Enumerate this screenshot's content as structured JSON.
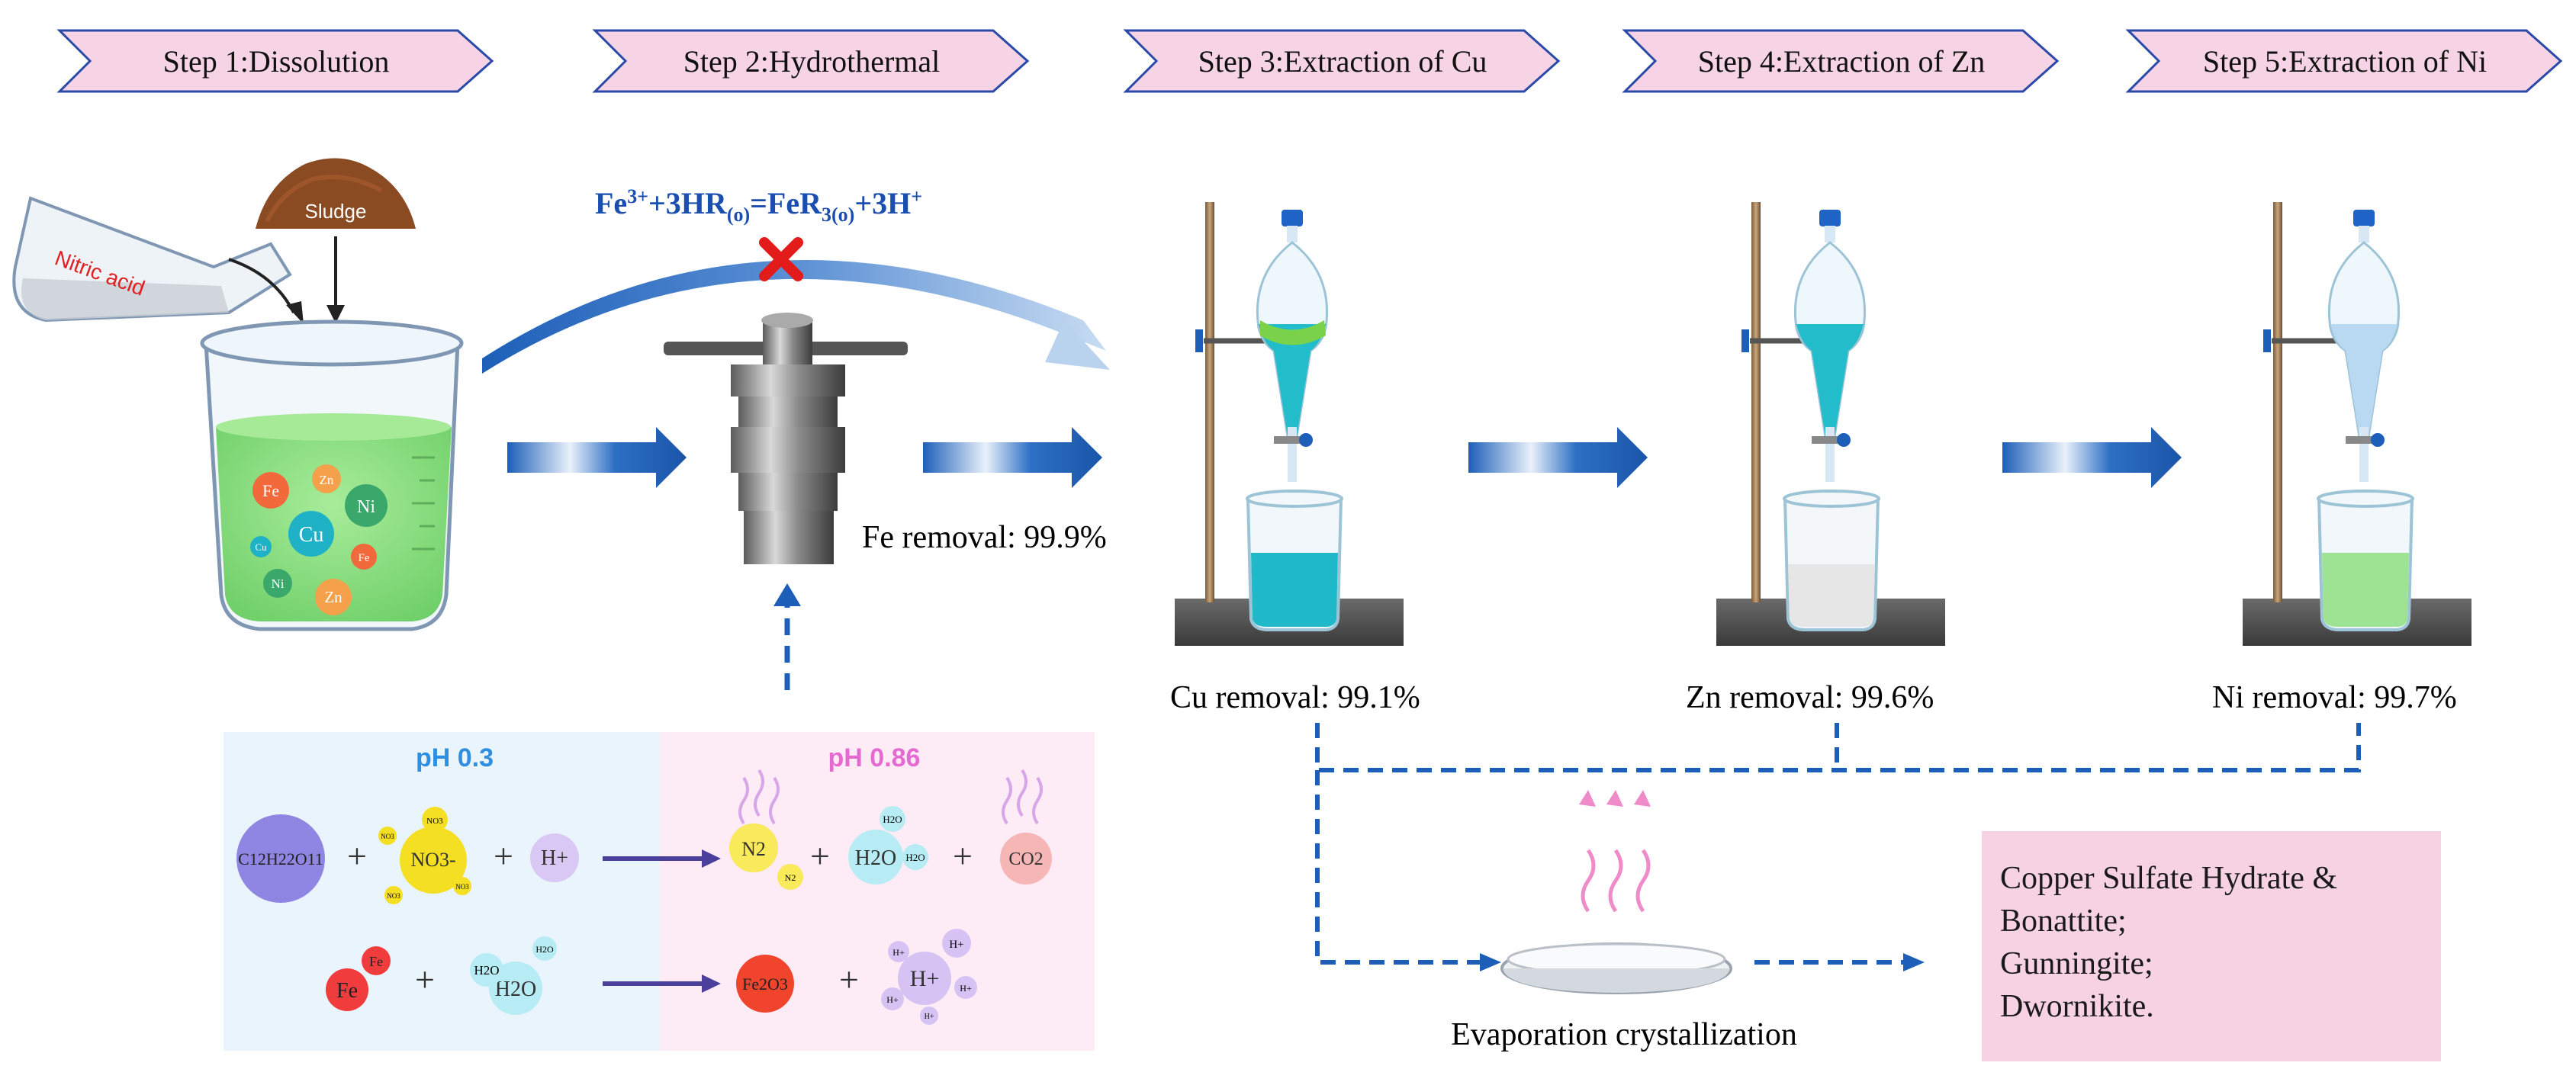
{
  "steps": [
    "Step 1:Dissolution",
    "Step 2:Hydrothermal",
    "Step 3:Extraction of Cu",
    "Step 4:Extraction of Zn",
    "Step 5:Extraction of Ni"
  ],
  "flask_label": "Nitric acid",
  "sludge_label": "Sludge",
  "ions_beaker": [
    "Fe",
    "Zn",
    "Ni",
    "Cu",
    "Cu",
    "Fe",
    "Ni",
    "Zn"
  ],
  "equation": {
    "lhs": "Fe",
    "lhs_sup": "3+",
    "mid": "+3HR",
    "mid_sub": "(o)",
    "eq": "=FeR",
    "eq_sub": "3(o)",
    "rhs": "+3H",
    "rhs_sup": "+"
  },
  "removals": {
    "fe": "Fe removal: 99.9%",
    "cu": "Cu removal: 99.1%",
    "zn": "Zn removal: 99.6%",
    "ni": "Ni removal: 99.7%"
  },
  "reaction_panel": {
    "ph_left": "pH 0.3",
    "ph_right": "pH 0.86",
    "reaction1": {
      "sucrose": "C12H22O11",
      "nitrate": "NO3-",
      "nitrate_small": "NO3",
      "proton": "H+",
      "n2": "N2",
      "n2_small": "N2",
      "water": "H2O",
      "water_small": "H2O",
      "co2": "CO2",
      "plus": "+"
    },
    "reaction2": {
      "fe_big": "Fe",
      "fe_small": "Fe",
      "water": "H2O",
      "water_small": "H2O",
      "fe2o3": "Fe2O3",
      "proton_big": "H+",
      "proton_small": "H+",
      "plus": "+"
    }
  },
  "evaporation_label": "Evaporation crystallization",
  "products": [
    "Copper Sulfate Hydrate &",
    "Bonattite;",
    "Gunningite;",
    "Dwornikite."
  ],
  "colors": {
    "step_fill": "#f6d4e6",
    "step_stroke": "#2b4aa8",
    "arrow_blue": "#1d5fb8",
    "equation_blue": "#1a4fb0",
    "ph_left_blue": "#2e8fe0",
    "ph_right_pink": "#e46ad2",
    "panel_left": "#eaf4fd",
    "panel_right": "#fdebf6",
    "solution_green": "#8fdc86",
    "cu_solution": "#21b8c8",
    "product_box": "#f7d2e3"
  }
}
